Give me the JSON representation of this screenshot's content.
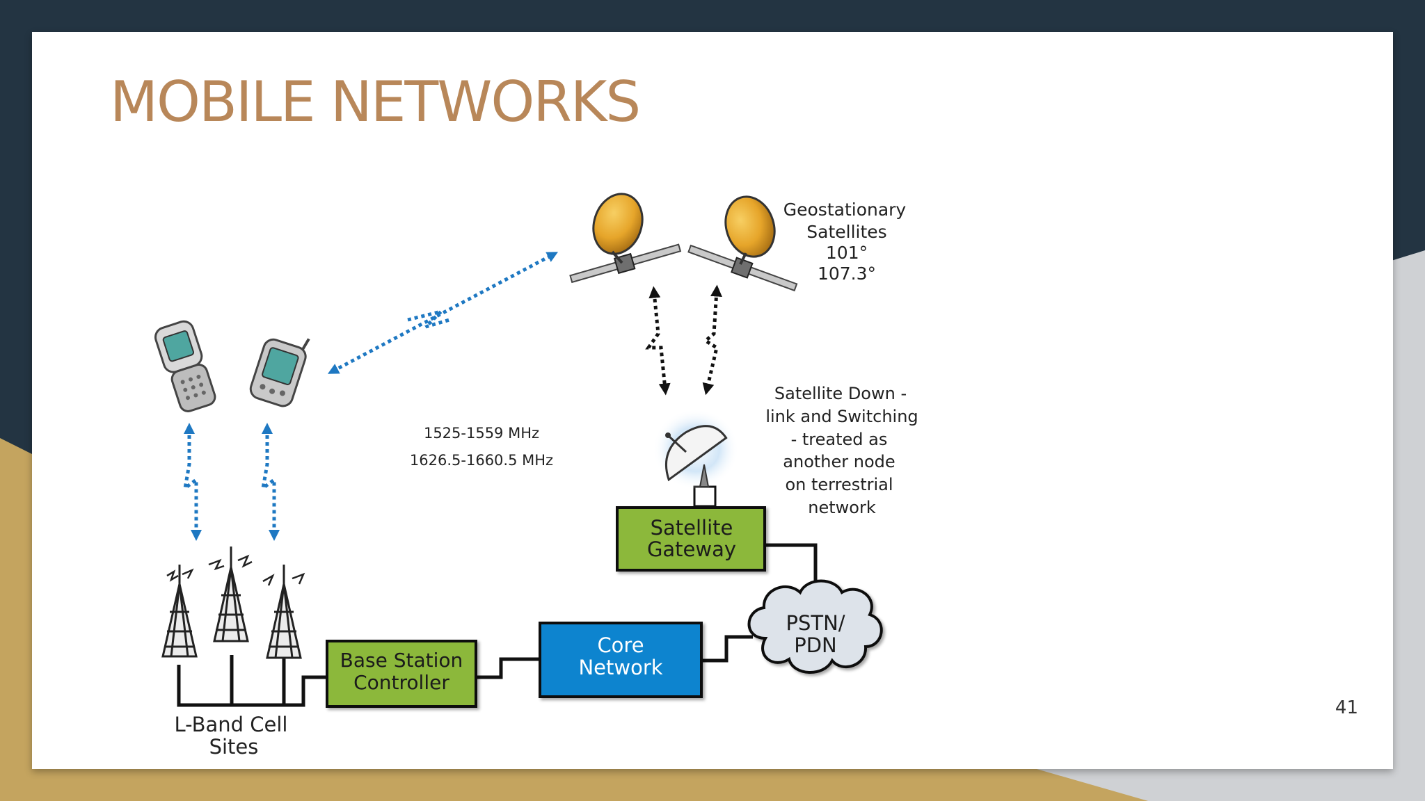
{
  "slide": {
    "title": "MOBILE NETWORKS",
    "page_number": "41"
  },
  "diagram": {
    "satellites_label": [
      "Geostationary",
      "Satellites",
      "101°",
      "107.3°"
    ],
    "frequency_label": [
      "1525-1559 MHz",
      "1626.5-1660.5 MHz"
    ],
    "downlink_label": [
      "Satellite Down -",
      "link and Switching",
      "- treated as",
      "another node",
      "on terrestrial",
      "network"
    ],
    "satellite_gateway_label": [
      "Satellite",
      "Gateway"
    ],
    "core_network_label": [
      "Core",
      "Network"
    ],
    "base_station_label": [
      "Base Station",
      "Controller"
    ],
    "pstn_label": [
      "PSTN/",
      "PDN"
    ],
    "cell_sites_label": [
      "L-Band Cell",
      "Sites"
    ]
  },
  "colors": {
    "title": "#b88759",
    "frame_dark": "#233442",
    "frame_gold": "#c4a45f",
    "frame_gray": "#cfd1d4",
    "box_green": "#8cb83a",
    "box_blue": "#0b84cf",
    "link_blue": "#1e78c2",
    "cloud": "#dde3ea"
  },
  "icons": [
    "satellite-icon",
    "flip-phone-icon",
    "pda-phone-icon",
    "cell-tower-icon",
    "satellite-dish-icon",
    "cloud-icon"
  ]
}
